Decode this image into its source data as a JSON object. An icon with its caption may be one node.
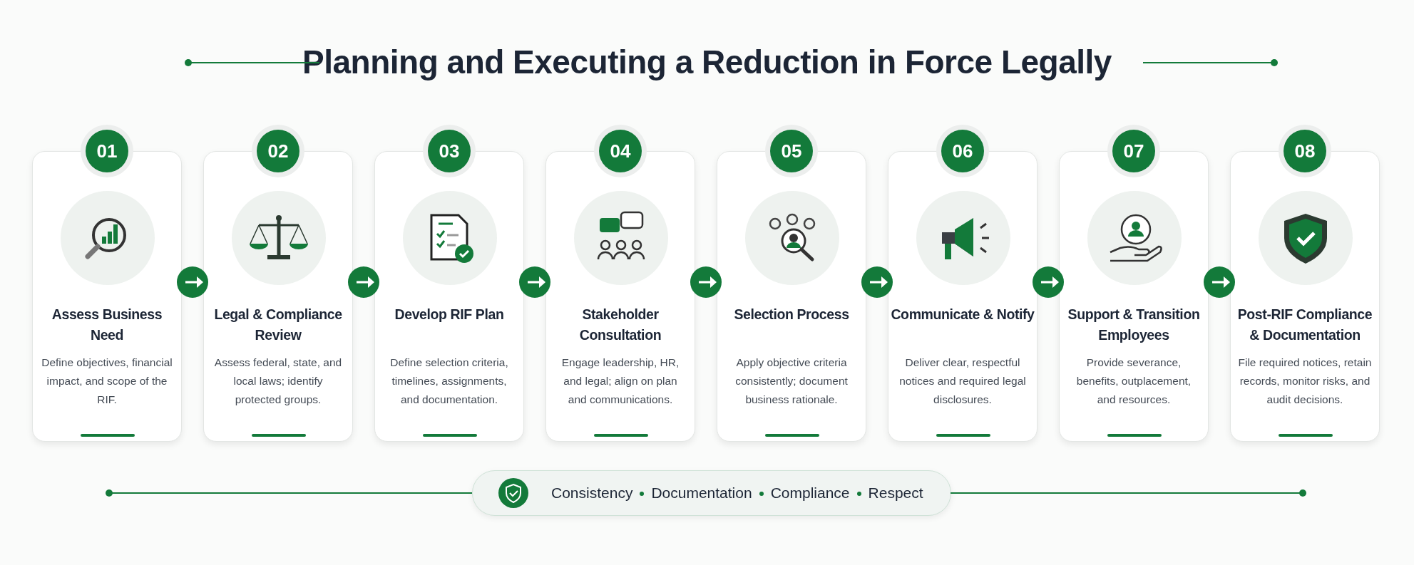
{
  "diagram": {
    "title": "Planning and Executing a Reduction in Force Legally",
    "nodes": [
      {
        "text": [
          "Assess Business Need",
          "Define objectives, financial impact, and scope of the RIF."
        ],
        "beside": [
          "01"
        ]
      },
      {
        "text": [
          "Legal & Compliance Review",
          "Assess federal, state, and local laws; identify protected groups."
        ],
        "beside": [
          "02"
        ]
      },
      {
        "text": [
          "Develop RIF Plan",
          "Define selection criteria, timelines, assignments, and documentation."
        ],
        "beside": [
          "03"
        ]
      },
      {
        "text": [
          "Stakeholder Consultation",
          "Engage leadership, HR, and legal; align on plan and communications."
        ],
        "beside": [
          "04"
        ]
      },
      {
        "text": [
          "Selection Process",
          "Apply objective criteria consistently; document business rationale."
        ],
        "beside": [
          "05"
        ]
      },
      {
        "text": [
          "Communicate & Notify",
          "Deliver clear, respectful notices and required legal disclosures."
        ],
        "beside": [
          "06"
        ]
      },
      {
        "text": [
          "Support & Transition Employees",
          "Provide severance, benefits, outplacement, and resources."
        ],
        "beside": [
          "07"
        ]
      },
      {
        "text": [
          "Post-RIF Compliance & Documentation",
          "File required notices, retain records, monitor risks, and audit decisions."
        ],
        "beside": [
          "08"
        ]
      },
      {
        "text": [
          "Consistency",
          "Documentation",
          "Compliance",
          "Respect"
        ]
      }
    ],
    "edges": [
      {
        "from": 0,
        "to": 1,
        "arrow": "to"
      },
      {
        "from": 1,
        "to": 2,
        "arrow": "to"
      },
      {
        "from": 2,
        "to": 3,
        "arrow": "to"
      },
      {
        "from": 3,
        "to": 4,
        "arrow": "to"
      },
      {
        "from": 4,
        "to": 5,
        "arrow": "to"
      },
      {
        "from": 5,
        "to": 6,
        "arrow": "to"
      },
      {
        "from": 6,
        "to": 7,
        "arrow": "to"
      }
    ]
  }
}
